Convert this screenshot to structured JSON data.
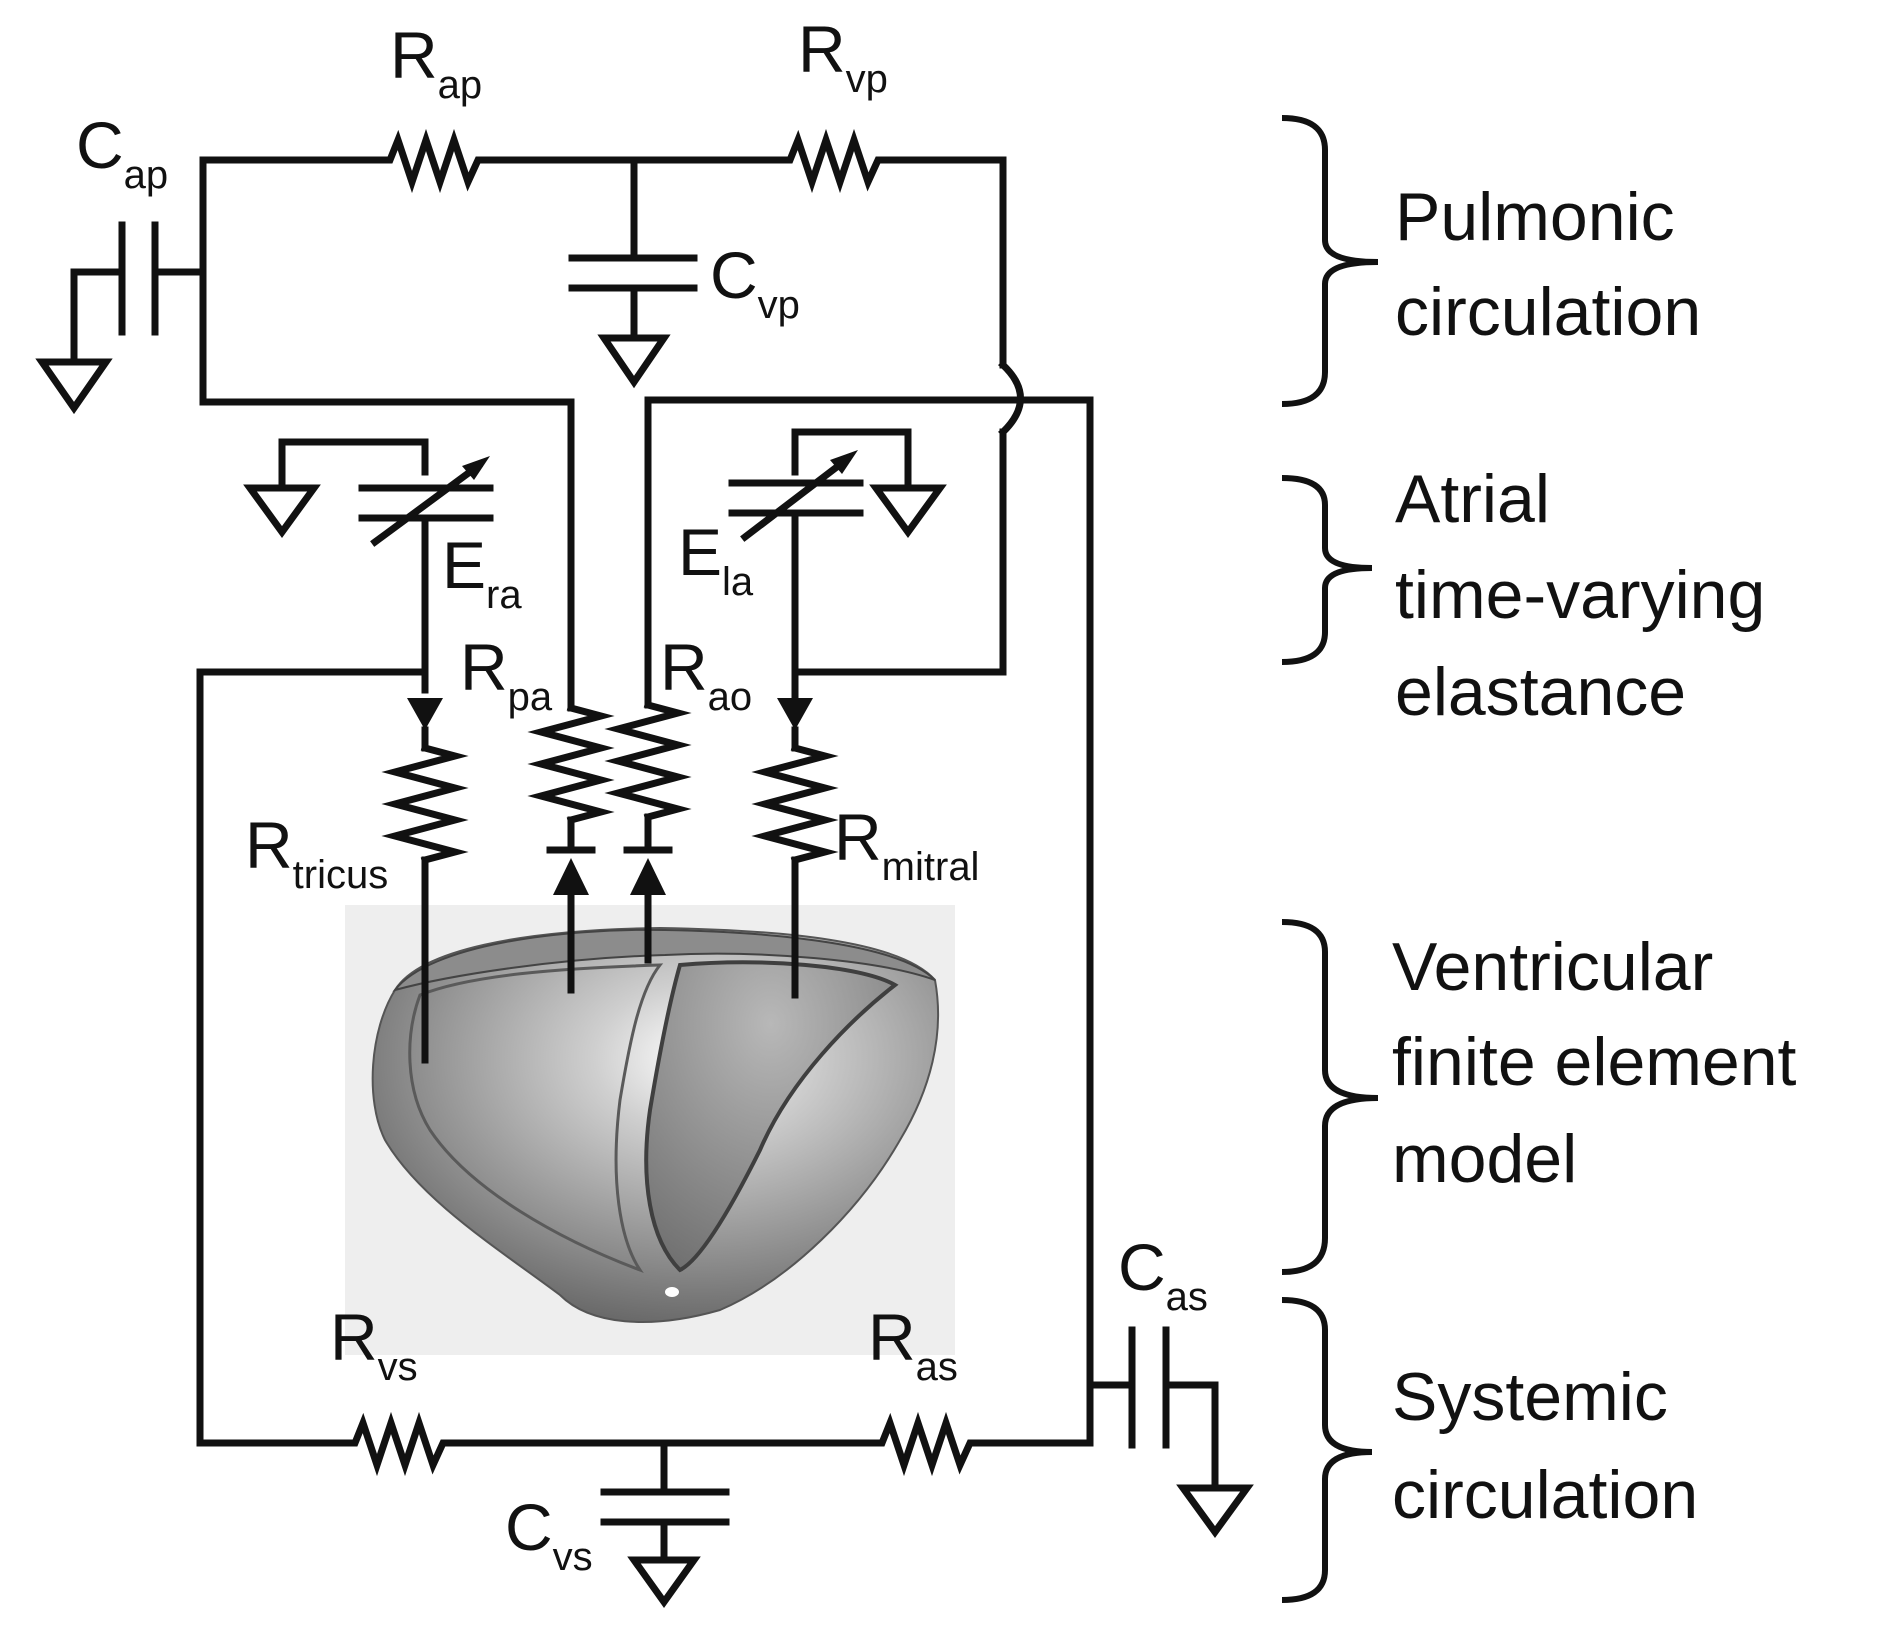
{
  "labels": {
    "C_ap": {
      "main": "C",
      "sub": "ap"
    },
    "R_ap": {
      "main": "R",
      "sub": "ap"
    },
    "R_vp": {
      "main": "R",
      "sub": "vp"
    },
    "C_vp": {
      "main": "C",
      "sub": "vp"
    },
    "E_ra": {
      "main": "E",
      "sub": "ra"
    },
    "E_la": {
      "main": "E",
      "sub": "la"
    },
    "R_pa": {
      "main": "R",
      "sub": "pa"
    },
    "R_ao": {
      "main": "R",
      "sub": "ao"
    },
    "R_tricus": {
      "main": "R",
      "sub": "tricus"
    },
    "R_mitral": {
      "main": "R",
      "sub": "mitral"
    },
    "R_vs": {
      "main": "R",
      "sub": "vs"
    },
    "R_as": {
      "main": "R",
      "sub": "as"
    },
    "C_vs": {
      "main": "C",
      "sub": "vs"
    },
    "C_as": {
      "main": "C",
      "sub": "as"
    }
  },
  "sections": {
    "pulmonic": {
      "line1": "Pulmonic",
      "line2": "circulation"
    },
    "atrial": {
      "line1": "Atrial",
      "line2": "time-varying",
      "line3": "elastance"
    },
    "ventricular": {
      "line1": "Ventricular",
      "line2": "finite element",
      "line3": "model"
    },
    "systemic": {
      "line1": "Systemic",
      "line2": "circulation"
    }
  }
}
